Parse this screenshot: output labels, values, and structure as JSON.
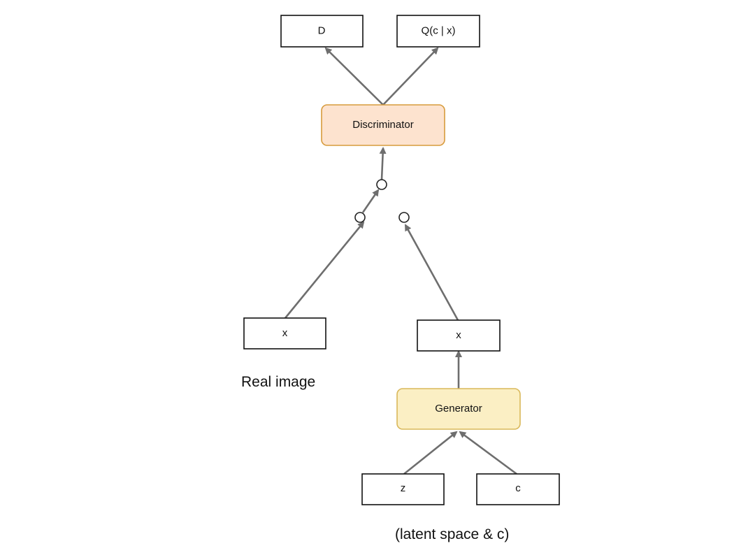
{
  "nodes": {
    "d_output": "D",
    "q_output": "Q(c | x)",
    "discriminator": "Discriminator",
    "real_x": "x",
    "generated_x": "x",
    "generator": "Generator",
    "z_input": "z",
    "c_input": "c"
  },
  "captions": {
    "real_image": "Real image",
    "latent": "(latent space & c)"
  },
  "colors": {
    "discriminator_fill": "#fde3cf",
    "discriminator_stroke": "#d79b3c",
    "generator_fill": "#fbefc4",
    "generator_stroke": "#d9b85a",
    "edge": "#6e6e6e"
  }
}
